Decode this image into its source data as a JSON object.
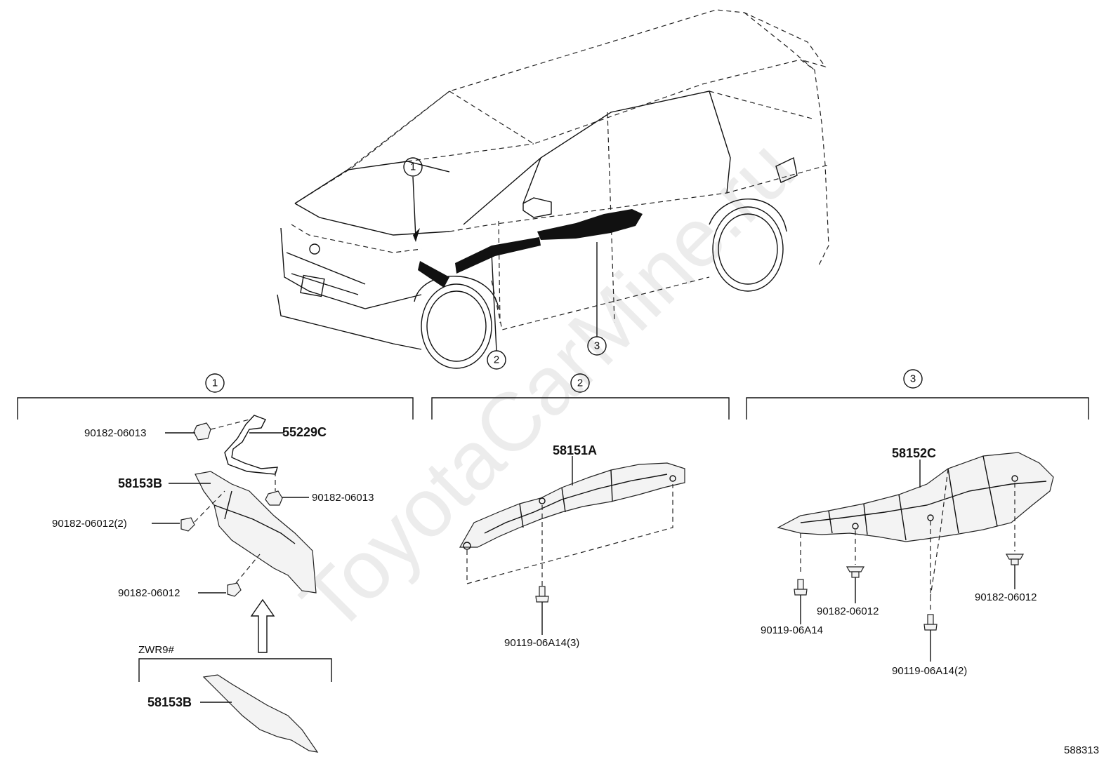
{
  "watermark": "ToyotaCarMine.ru",
  "diagram_id": "588313",
  "callouts": [
    "1",
    "2",
    "3"
  ],
  "sections": [
    {
      "id": "1",
      "labels": {
        "p55229C": "55229C",
        "p90182_06013_a": "90182-06013",
        "p58153B": "58153B",
        "p90182_06013_b": "90182-06013",
        "p90182_06012_2": "90182-06012(2)",
        "p90182_06012": "90182-06012",
        "variant": "ZWR9#",
        "p58153B_variant": "58153B"
      }
    },
    {
      "id": "2",
      "labels": {
        "p58151A": "58151A",
        "p90119_06A14_3": "90119-06A14(3)"
      }
    },
    {
      "id": "3",
      "labels": {
        "p58152C": "58152C",
        "p90182_06012_a": "90182-06012",
        "p90182_06012_b": "90182-06012",
        "p90119_06A14": "90119-06A14",
        "p90119_06A14_2": "90119-06A14(2)"
      }
    }
  ]
}
